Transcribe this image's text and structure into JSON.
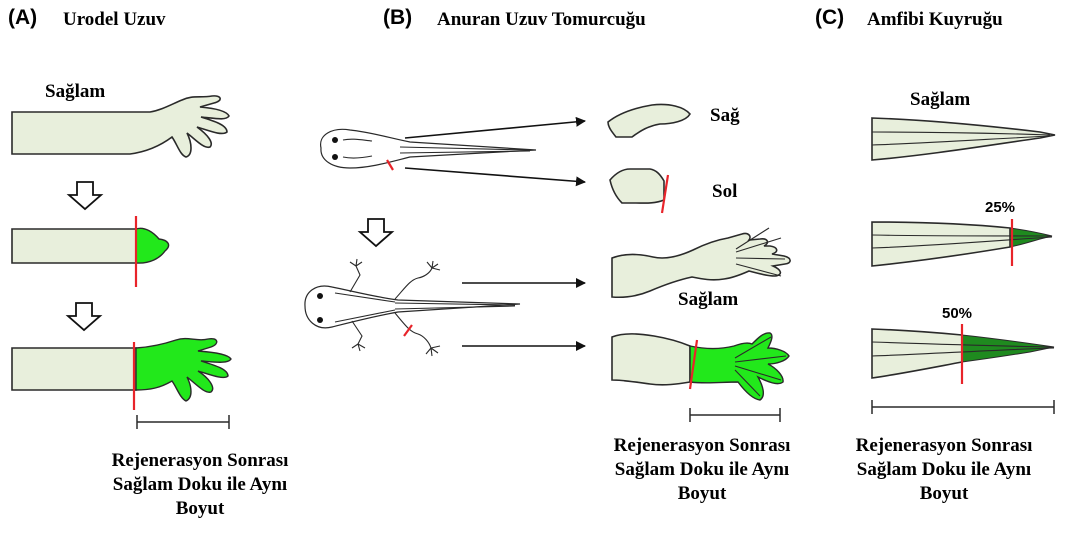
{
  "panels": {
    "a": {
      "letter": "(A)",
      "title": "Urodel Uzuv",
      "intact_label": "Sağlam",
      "caption": [
        "Rejenerasyon Sonrası",
        "Sağlam Doku ile Aynı",
        "Boyut"
      ]
    },
    "b": {
      "letter": "(B)",
      "title": "Anuran Uzuv Tomurcuğu",
      "right_label": "Sağ",
      "left_label": "Sol",
      "intact_label": "Sağlam",
      "caption": [
        "Rejenerasyon Sonrası",
        "Sağlam Doku ile Aynı",
        "Boyut"
      ]
    },
    "c": {
      "letter": "(C)",
      "title": "Amfibi Kuyruğu",
      "intact_label": "Sağlam",
      "cut_25": "25%",
      "cut_50": "50%",
      "caption": [
        "Rejenerasyon Sonrası",
        "Sağlam Doku ile Aynı",
        "Boyut"
      ]
    }
  },
  "colors": {
    "tissue": "#e8efdc",
    "regenerated": "#22e81b",
    "tail_regenerated": "#1f8a1f",
    "cut_line": "#e8242a",
    "outline": "#2a2a2a"
  }
}
